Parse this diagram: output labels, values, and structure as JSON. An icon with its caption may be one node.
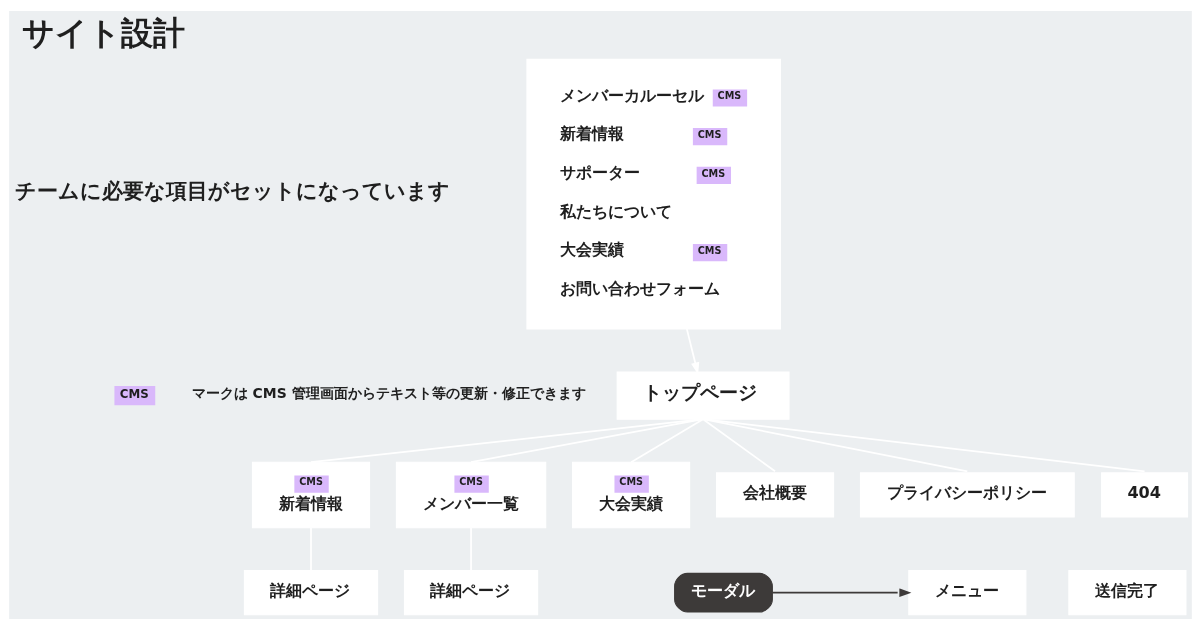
{
  "diagram": {
    "title": "サイト設計",
    "nodes": [
      {
        "text": [
          "トップページ"
        ]
      },
      {
        "text": [
          "メンバーカルーセル",
          "CMS",
          "新着情報",
          "CMS",
          "サポーター",
          "CMS",
          "私たちについて",
          "大会実績",
          "CMS",
          "お問い合わせフォーム"
        ]
      },
      {
        "text": [
          "CMS",
          "新着情報"
        ]
      },
      {
        "text": [
          "CMS",
          "メンバー一覧"
        ]
      },
      {
        "text": [
          "CMS",
          "大会実績"
        ]
      },
      {
        "text": [
          "会社概要"
        ]
      },
      {
        "text": [
          "プライバシーポリシー"
        ]
      },
      {
        "text": [
          "404"
        ]
      },
      {
        "text": [
          "詳細ページ"
        ]
      },
      {
        "text": [
          "詳細ページ"
        ]
      },
      {
        "text": [
          "モーダル"
        ]
      },
      {
        "text": [
          "メニュー"
        ]
      },
      {
        "text": [
          "送信完了"
        ]
      }
    ],
    "edges": [
      {
        "from": 1,
        "to": 0,
        "arrow": "to"
      },
      {
        "from": 0,
        "to": 2,
        "arrow": "none"
      },
      {
        "from": 0,
        "to": 3,
        "arrow": "none"
      },
      {
        "from": 0,
        "to": 4,
        "arrow": "none"
      },
      {
        "from": 0,
        "to": 5,
        "arrow": "none"
      },
      {
        "from": 0,
        "to": 6,
        "arrow": "none"
      },
      {
        "from": 0,
        "to": 7,
        "arrow": "none"
      },
      {
        "from": 2,
        "to": 8,
        "arrow": "none"
      },
      {
        "from": 3,
        "to": 9,
        "arrow": "none"
      },
      {
        "from": 10,
        "to": 11,
        "arrow": "to",
        "color": "#3d3a39"
      }
    ],
    "labels": [
      "チームに必要な項目がセットになっています",
      "CMS",
      "マークは CMS 管理画面からテキスト等の更新・修正できます"
    ]
  }
}
